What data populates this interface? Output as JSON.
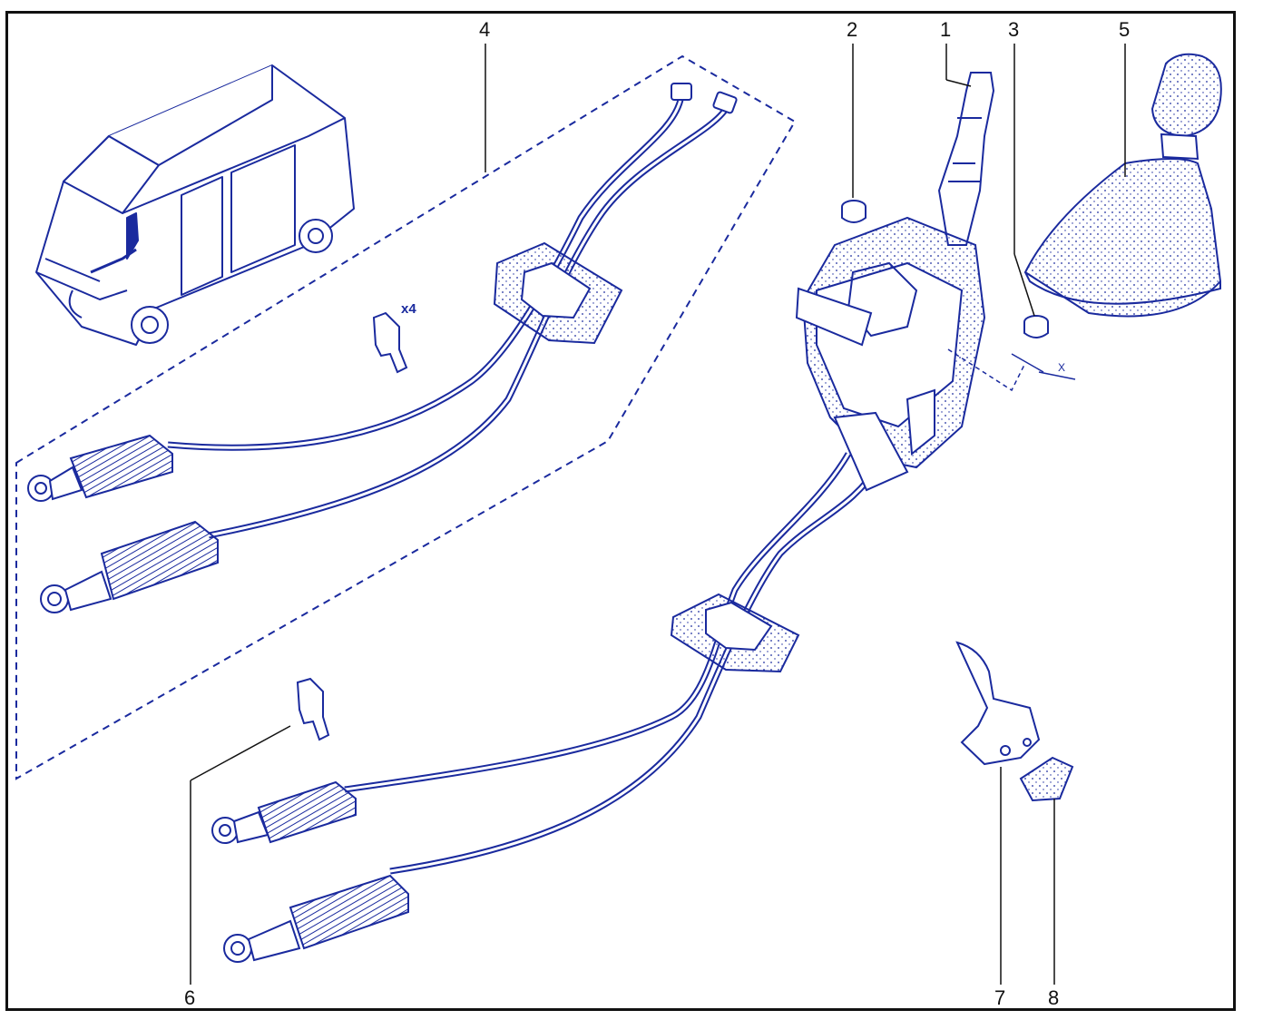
{
  "callouts": {
    "c1": "1",
    "c2": "2",
    "c3": "3",
    "c4": "4",
    "c5": "5",
    "c6": "6",
    "c7": "7",
    "c8": "8"
  },
  "annotations": {
    "clip_quantity": "x4",
    "axis_mark": "X"
  },
  "colors": {
    "line_art": "#1a2a9e",
    "leader_lines": "#111111",
    "frame": "#111111",
    "background": "#ffffff"
  },
  "parts_depicted": [
    "van-illustration-icon",
    "gear-lever-shaft-icon",
    "bushing-icon",
    "gear-knob-gaiter-icon",
    "shift-cable-assembly-icon",
    "cable-clip-icon",
    "bracket-icon",
    "clip-block-icon"
  ]
}
